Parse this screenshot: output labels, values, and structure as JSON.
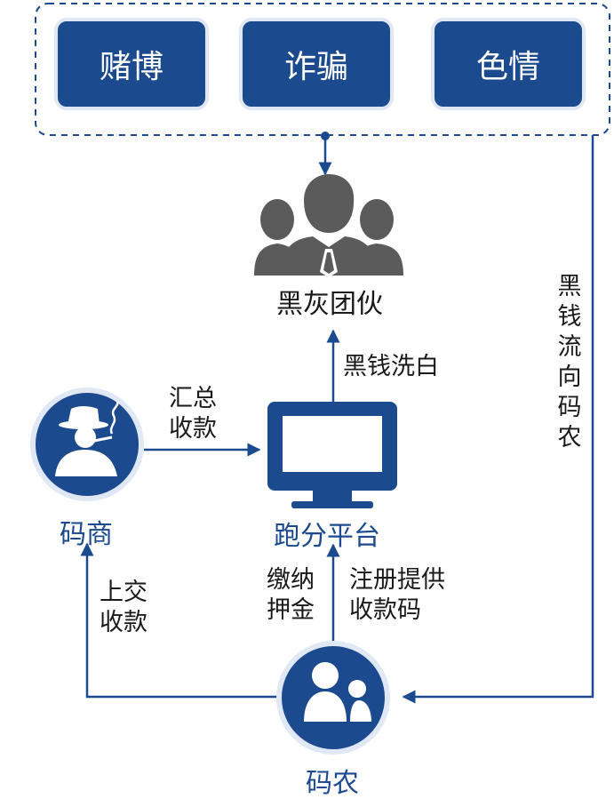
{
  "categories": [
    {
      "id": "gambling",
      "label": "赌博"
    },
    {
      "id": "fraud",
      "label": "诈骗"
    },
    {
      "id": "porn",
      "label": "色情"
    }
  ],
  "nodes": {
    "gang": "黑灰团伙",
    "platform": "跑分平台",
    "merchant": "码商",
    "farmer": "码农"
  },
  "edges": {
    "laundering": "黑钱洗白",
    "collect_summary": "汇总\n收款",
    "hand_over": "上交\n收款",
    "deposit": "缴纳\n押金",
    "register": "注册提供\n收款码",
    "dirty_money_flow": "黑钱流向码农"
  },
  "colors": {
    "primary": "#1c4a8e",
    "gray_icon": "#5b5b5b",
    "box_border": "#dfe8f4"
  }
}
